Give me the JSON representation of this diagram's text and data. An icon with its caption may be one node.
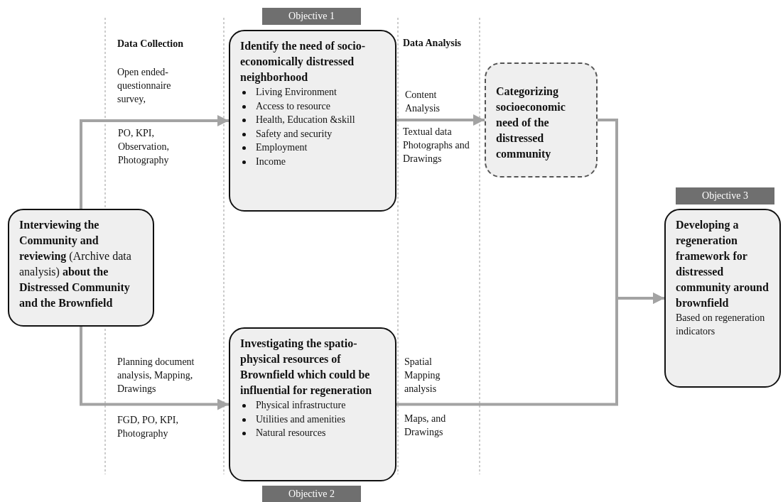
{
  "diagram": {
    "nodes": [
      {
        "text": [
          "Objective 1"
        ]
      },
      {
        "text": [
          "Identify the need of socio-economically distressed neighborhood",
          "Living Environment",
          "Access to resource",
          "Health, Education &skill",
          "Safety and security",
          "Employment",
          "Income"
        ]
      },
      {
        "text": [
          "Categorizing socioeconomic need of the distressed community"
        ]
      },
      {
        "text": [
          "Objective 3"
        ]
      },
      {
        "text": [
          "**Interviewing the Community and reviewing** (Archive data analysis) **about the Distressed Community and the Brownfield**"
        ]
      },
      {
        "text": [
          "Developing a regeneration framework for distressed community around brownfield",
          "Based on regeneration indicators"
        ]
      },
      {
        "text": [
          "Investigating the spatio-physical resources of Brownfield which could be influential for regeneration",
          "Physical infrastructure",
          "Utilities and amenities",
          "Natural resources"
        ]
      },
      {
        "text": [
          "Objective 2"
        ]
      }
    ],
    "edges": [
      {
        "from": 4,
        "to": 1,
        "arrow": "to"
      },
      {
        "from": 4,
        "to": 6,
        "arrow": "to"
      },
      {
        "from": 1,
        "to": 2,
        "arrow": "to"
      },
      {
        "from": 2,
        "to": 5,
        "arrow": "to"
      },
      {
        "from": 6,
        "to": 5,
        "arrow": "to"
      }
    ],
    "labels": [
      "Data Collection",
      "Open ended-questionnaire survey,",
      "PO, KPI, Observation, Photography",
      "Data Analysis",
      "Content Analysis",
      "Textual data Photographs and Drawings",
      "Planning document analysis, Mapping, Drawings",
      "FGD, PO, KPI, Photography",
      "Spatial Mapping analysis",
      "Maps, and Drawings"
    ]
  }
}
